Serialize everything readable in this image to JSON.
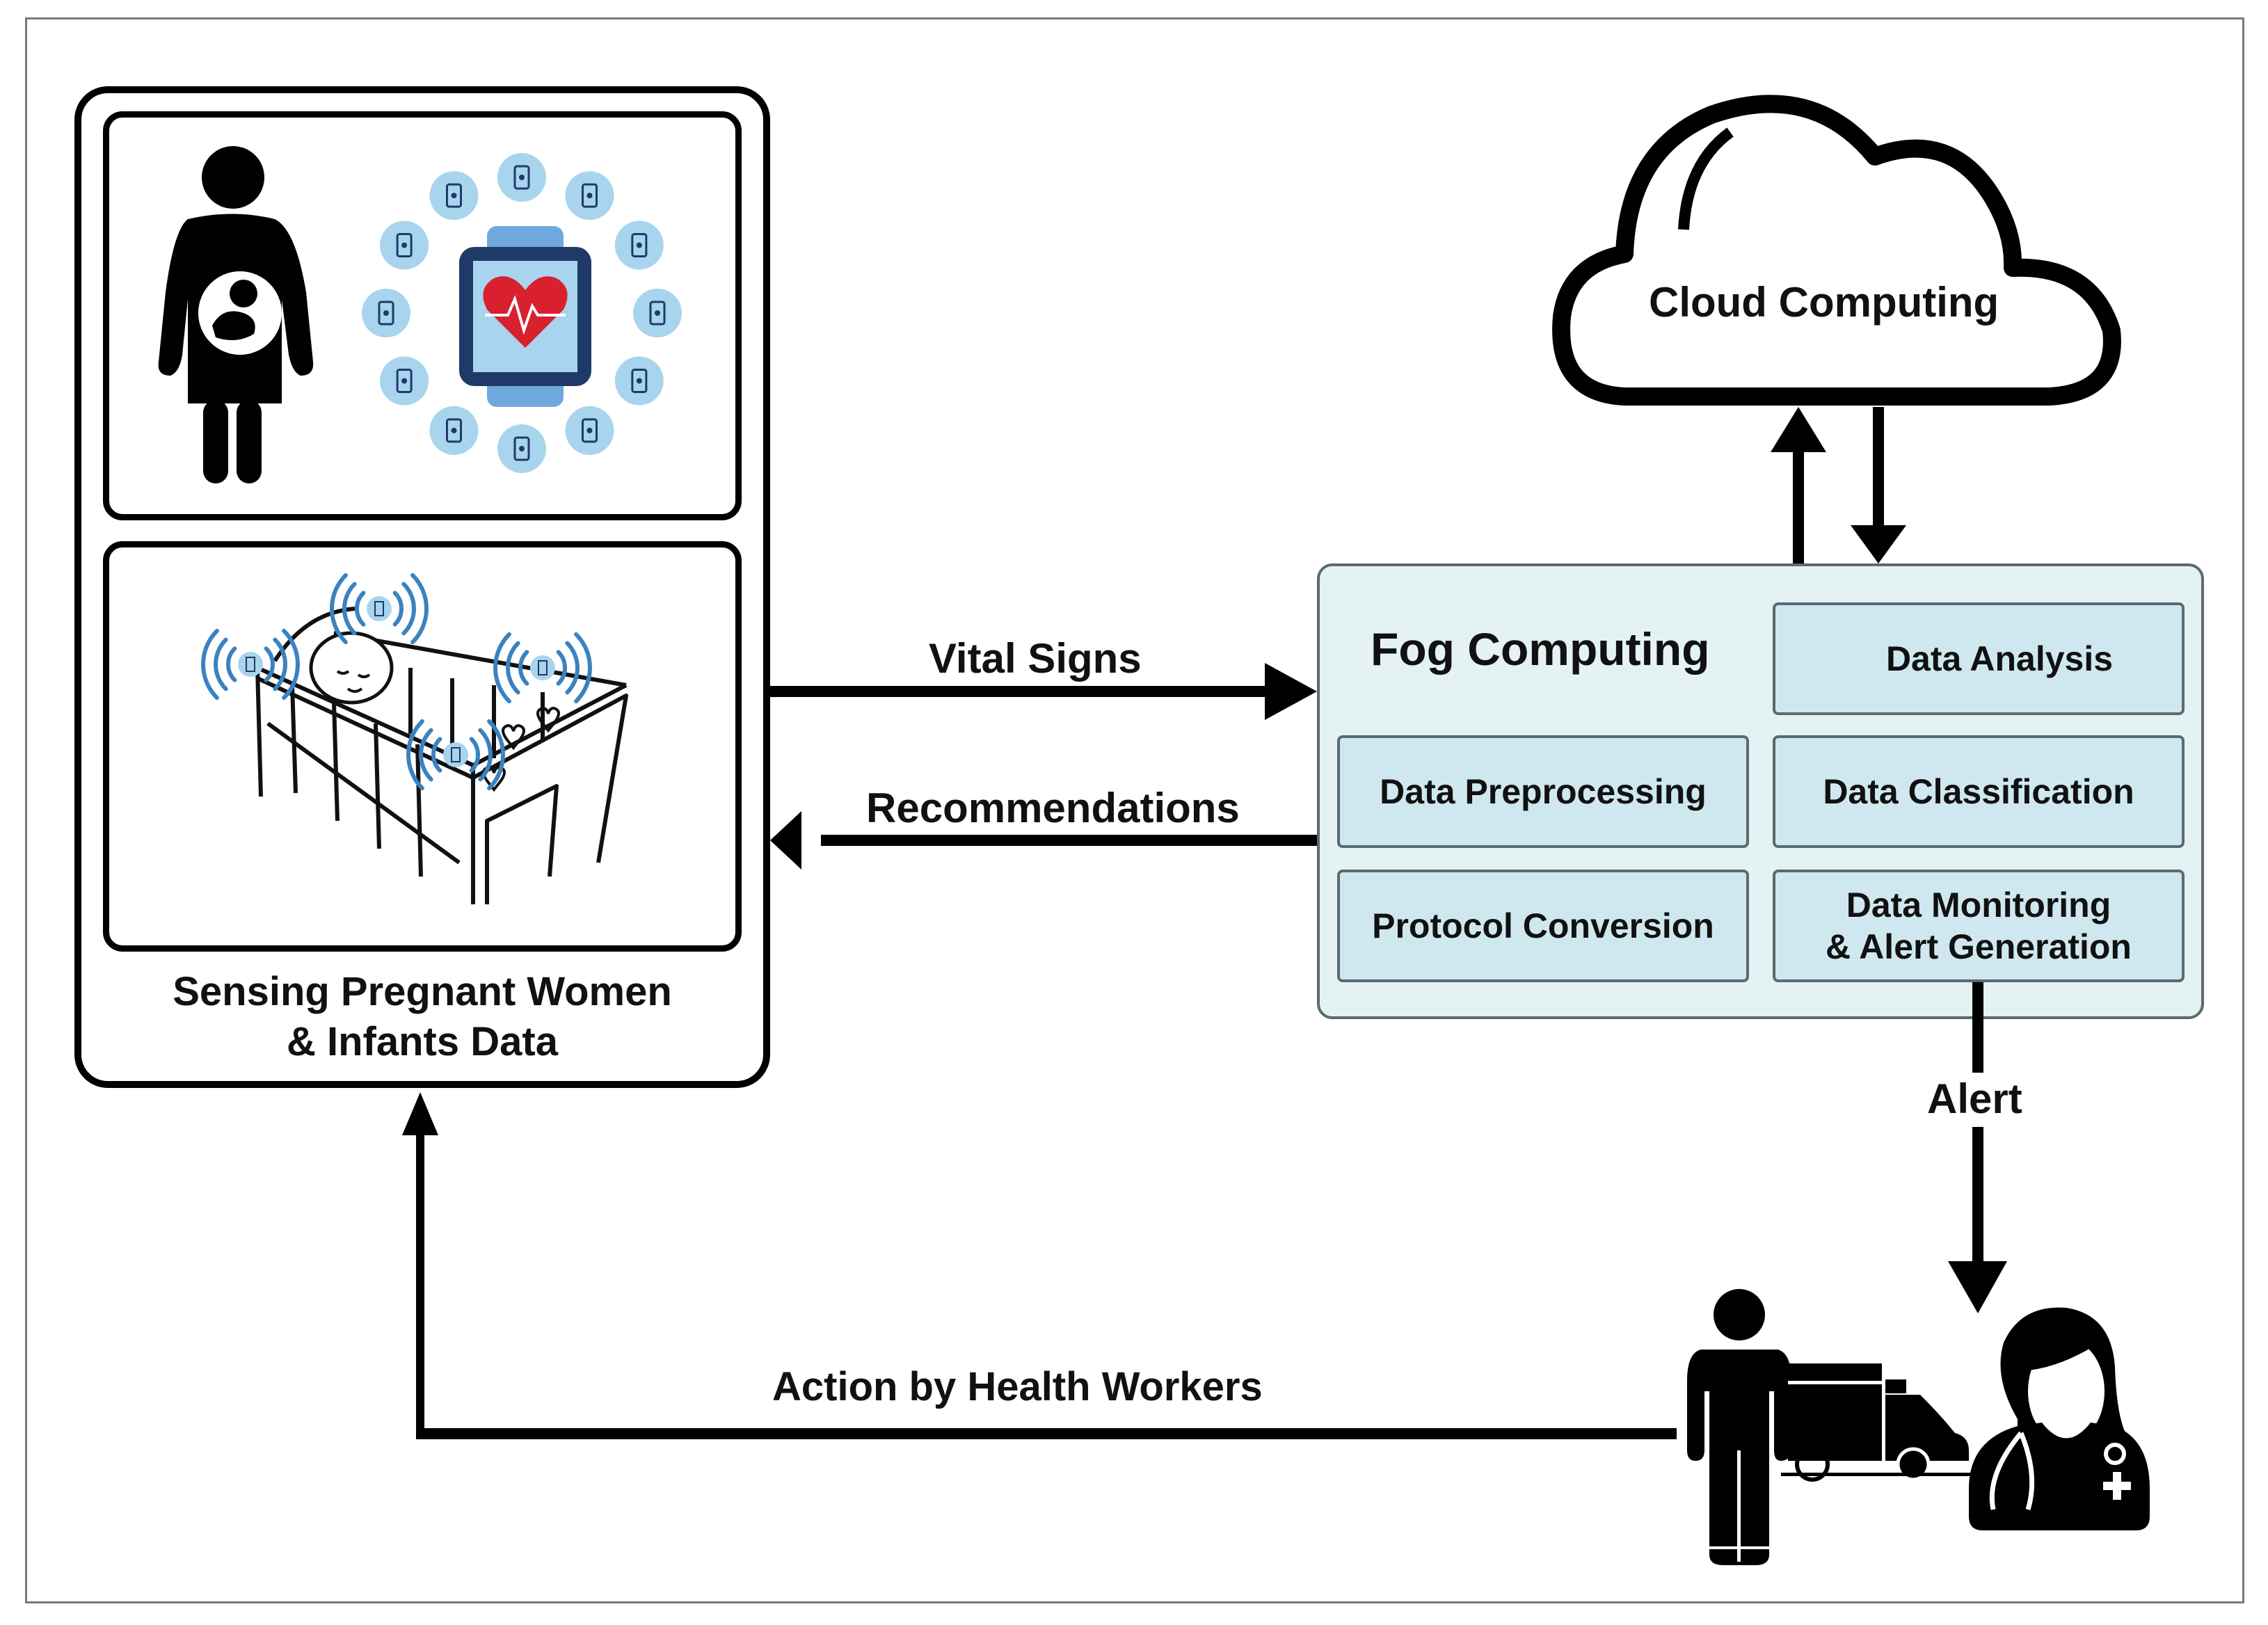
{
  "diagram": {
    "sensing": {
      "title_line1": "Sensing Pregnant Women",
      "title_line2": "& Infants Data",
      "panels": [
        {
          "name": "pregnant-woman-panel",
          "contents": [
            "pregnant-woman-icon",
            "smartwatch-heart-icon",
            "wearable-device-icons"
          ]
        },
        {
          "name": "infant-crib-panel",
          "contents": [
            "crib-icon",
            "sleeping-baby-icon",
            "wireless-sensor-icons"
          ]
        }
      ]
    },
    "cloud": {
      "label": "Cloud Computing"
    },
    "fog": {
      "title": "Fog Computing",
      "modules": [
        {
          "id": "data-analysis",
          "label": "Data Analysis"
        },
        {
          "id": "data-preprocessing",
          "label": "Data Preprocessing"
        },
        {
          "id": "data-classification",
          "label": "Data Classification"
        },
        {
          "id": "protocol-conversion",
          "label": "Protocol Conversion"
        },
        {
          "id": "data-monitoring",
          "label_line1": "Data Monitoring",
          "label_line2": "& Alert Generation"
        }
      ]
    },
    "arrows": {
      "vital_signs": "Vital Signs",
      "recommendations": "Recommendations",
      "alert": "Alert",
      "action": "Action by Health Workers"
    },
    "health_workers": {
      "contents": [
        "health-worker-man-icon",
        "ambulance-icon",
        "female-doctor-icon"
      ]
    },
    "colors": {
      "fog_bg": "#e4f2f4",
      "fog_module_bg": "#cfe8ef",
      "device_circle": "#a8d4ee",
      "device_dark": "#1f3a68",
      "heart_red": "#d8202f",
      "wave_blue": "#3b82c0"
    }
  }
}
